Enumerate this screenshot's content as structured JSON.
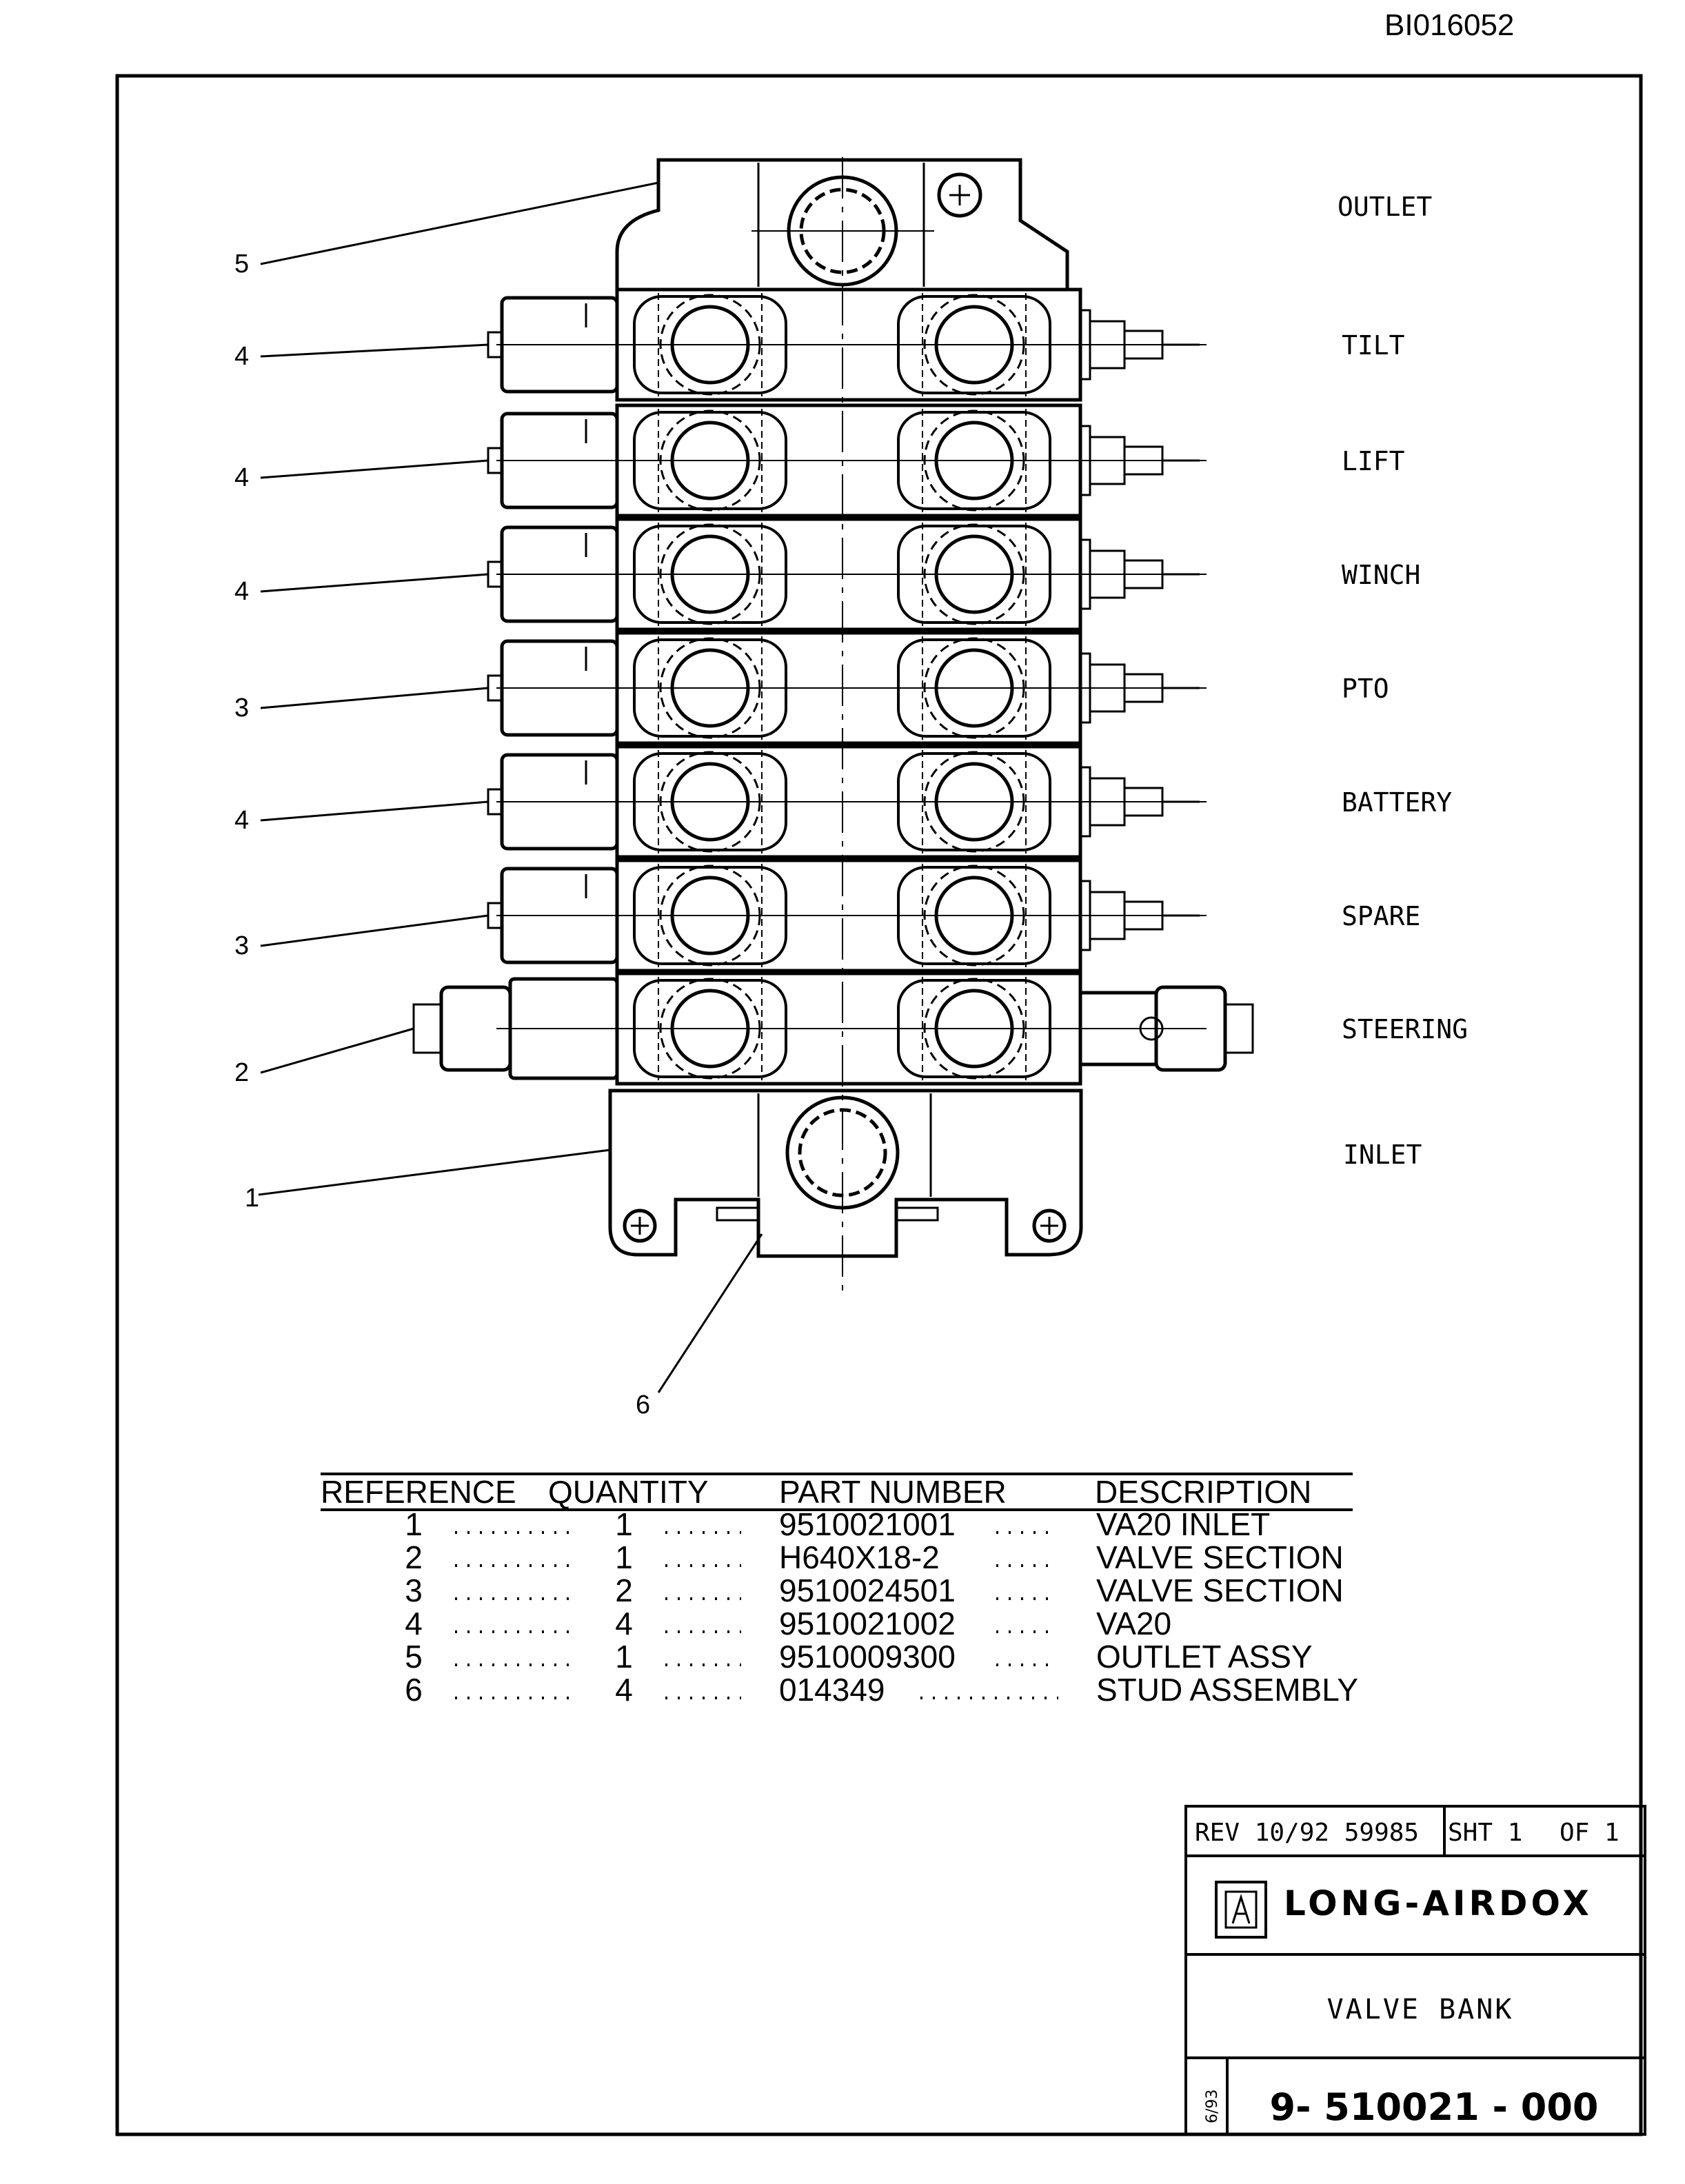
{
  "document_id": "BI016052",
  "outlet_label": "OUTLET",
  "inlet_label": "INLET",
  "section_labels": [
    "TILT",
    "LIFT",
    "WINCH",
    "PTO",
    "BATTERY",
    "SPARE",
    "STEERING"
  ],
  "callouts": {
    "outlet": "5",
    "sections": [
      "4",
      "4",
      "4",
      "3",
      "4",
      "3",
      "2"
    ],
    "inlet": "1",
    "stud": "6"
  },
  "parts_table": {
    "headers": [
      "REFERENCE",
      "QUANTITY",
      "PART NUMBER",
      "DESCRIPTION"
    ],
    "rows": [
      {
        "reference": "1",
        "quantity": "1",
        "part_number": "9510021001",
        "description": "VA20 INLET"
      },
      {
        "reference": "2",
        "quantity": "1",
        "part_number": "H640X18-2",
        "description": "VALVE SECTION"
      },
      {
        "reference": "3",
        "quantity": "2",
        "part_number": "9510024501",
        "description": "VALVE SECTION"
      },
      {
        "reference": "4",
        "quantity": "4",
        "part_number": "9510021002",
        "description": "VA20"
      },
      {
        "reference": "5",
        "quantity": "1",
        "part_number": "9510009300",
        "description": "OUTLET ASSY"
      },
      {
        "reference": "6",
        "quantity": "4",
        "part_number": "014349",
        "description": "STUD ASSEMBLY"
      }
    ]
  },
  "title_block": {
    "revision": "REV 10/92 59985",
    "sheet": "SHT 1",
    "of": "OF 1",
    "company": "LONG-AIRDOX",
    "drawing_title": "VALVE BANK",
    "drawing_number": "9- 510021 - 000",
    "form_date": "6/93"
  }
}
